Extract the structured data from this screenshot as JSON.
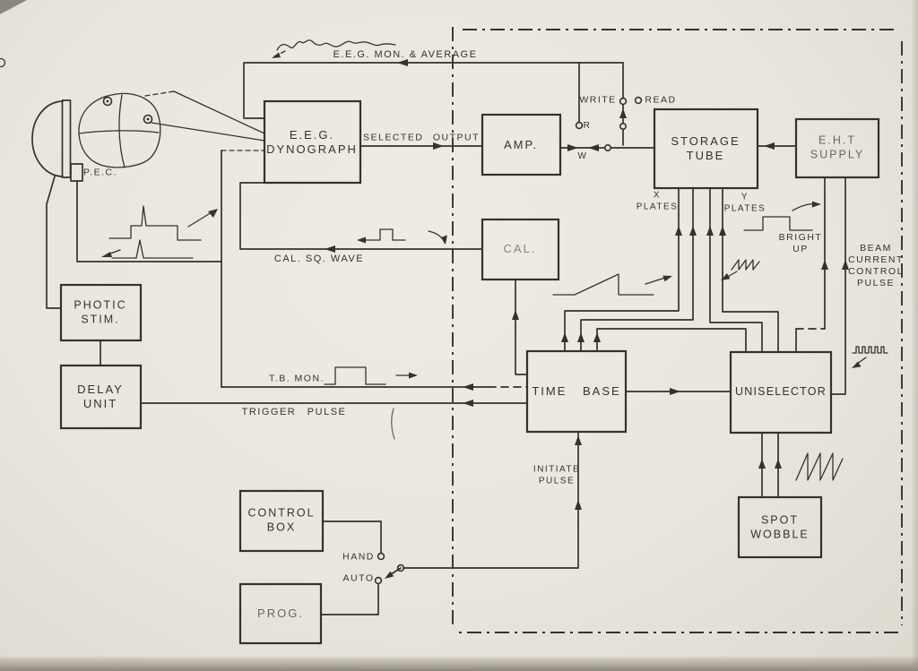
{
  "colors": {
    "paper": "#e9e6df",
    "ink": "#35322b",
    "shadow": "#8f897c"
  },
  "boxes": {
    "eeg_dynograph": "E.E.G.\nDYNOGRAPH",
    "amp": "AMP.",
    "storage_tube": "STORAGE\nTUBE",
    "eht_supply": "E.H.T\nSUPPLY",
    "cal": "CAL.",
    "photic_stim": "PHOTIC\nSTIM.",
    "delay_unit": "DELAY\nUNIT",
    "time_base": "TIME BASE",
    "uniselector": "UNISELECTOR",
    "spot_wobble": "SPOT\nWOBBLE",
    "control_box": "CONTROL\nBOX",
    "prog": "PROG."
  },
  "wire_labels": {
    "eeg_mon_average": "E.E.G. MON. & AVERAGE",
    "selected_output": "SELECTED OUTPUT",
    "write": "WRITE",
    "read": "READ",
    "r_contact": "R",
    "w_contact": "W",
    "cal_sq_wave": "CAL. SQ. WAVE",
    "x_plates": "X\nPLATES",
    "y_plates": "Y\nPLATES",
    "bright_up": "BRIGHT\nUP",
    "beam_current": "BEAM\nCURRENT\nCONTROL\nPULSE",
    "tb_mon": "T.B. MON.",
    "trigger_pulse": "TRIGGER PULSE",
    "initiate_pulse": "INITIATE\nPULSE",
    "hand": "HAND",
    "auto": "AUTO",
    "pec": "P.E.C."
  }
}
